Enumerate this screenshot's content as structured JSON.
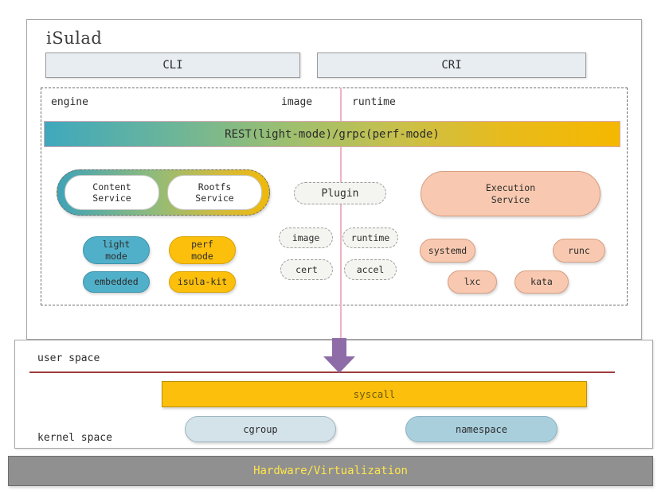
{
  "diagram": {
    "title": "iSulad",
    "api_boxes": [
      {
        "name": "cli",
        "label": "CLI"
      },
      {
        "name": "cri",
        "label": "CRI"
      }
    ],
    "section_labels": {
      "engine": "engine",
      "image": "image",
      "runtime": "runtime"
    },
    "rest_bar": {
      "label": "REST(light-mode)/grpc(perf-mode)",
      "gradient_from": "#3fa8bd",
      "gradient_to": "#f5b800"
    },
    "service_group": {
      "items": [
        {
          "line1": "Content",
          "line2": "Service"
        },
        {
          "line1": "Rootfs",
          "line2": "Service"
        }
      ]
    },
    "engine_pills": [
      {
        "line1": "light",
        "line2": "mode",
        "color": "#51b0c9"
      },
      {
        "line1": "perf",
        "line2": "mode",
        "color": "#fcbf0c"
      },
      {
        "line1": "embedded",
        "line2": "",
        "color": "#51b0c9"
      },
      {
        "line1": "isula-kit",
        "line2": "",
        "color": "#fcbf0c"
      }
    ],
    "plugin": {
      "title": "Plugin",
      "items": [
        "image",
        "runtime",
        "cert",
        "accel"
      ]
    },
    "execution": {
      "title_line1": "Execution",
      "title_line2": "Service",
      "color": "#f8c9b0",
      "runtimes": [
        "systemd",
        "runc",
        "lxc",
        "kata"
      ]
    },
    "spaces": {
      "user": "user space",
      "kernel": "kernel space",
      "divider_color": "#9e3b3b",
      "arrow_color": "#8d6ca8"
    },
    "syscall": {
      "label": "syscall",
      "color": "#fcbf0c"
    },
    "kernel_pills": [
      {
        "label": "cgroup",
        "color": "#d4e3ea"
      },
      {
        "label": "namespace",
        "color": "#a9cfdd"
      }
    ],
    "hardware": {
      "label": "Hardware/Virtualization",
      "text_color": "#ffe54a",
      "bg_color": "#909090"
    }
  }
}
